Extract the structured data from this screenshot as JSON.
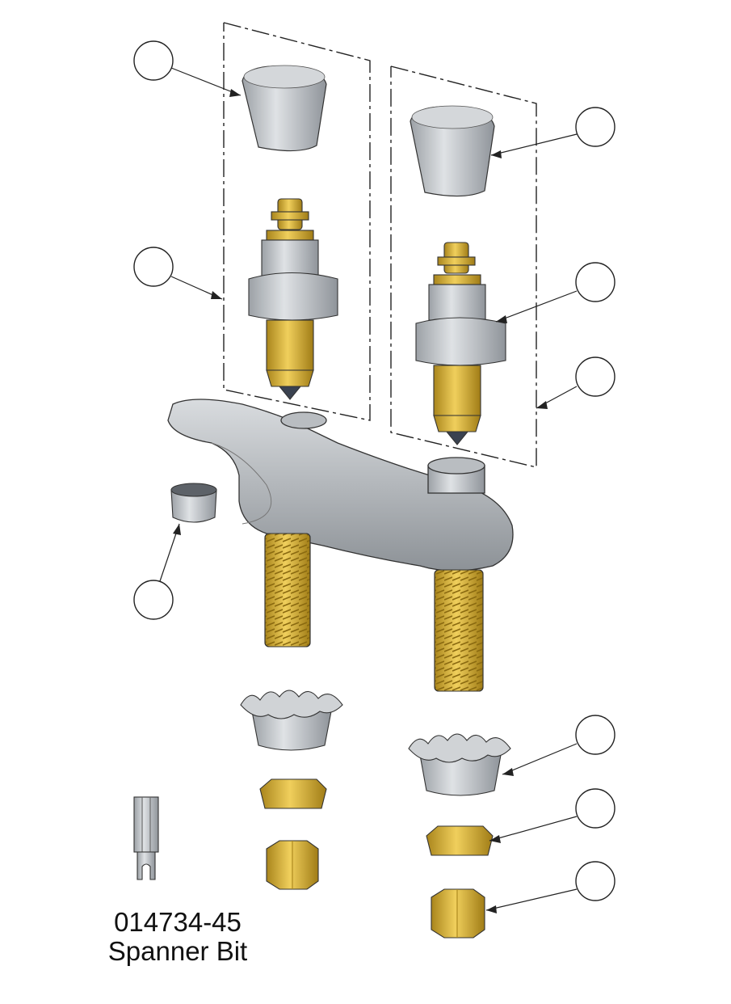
{
  "tool": {
    "part_number": "014734-45",
    "name": "Spanner Bit"
  },
  "colors": {
    "chrome": "#c4c8cc",
    "chrome_dark": "#8d9297",
    "brass": "#d9b13a",
    "brass_dark": "#a9851c",
    "line": "#222222",
    "tip": "#3a4250"
  },
  "callouts": [
    {
      "id": "left-handle"
    },
    {
      "id": "right-handle"
    },
    {
      "id": "left-cartridge"
    },
    {
      "id": "right-cartridge"
    },
    {
      "id": "right-cartridge-frame"
    },
    {
      "id": "aerator"
    },
    {
      "id": "locknut-washer"
    },
    {
      "id": "hex-locknut"
    },
    {
      "id": "coupling-nut"
    }
  ]
}
